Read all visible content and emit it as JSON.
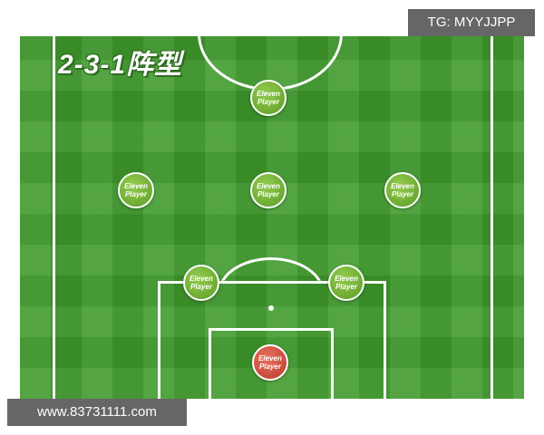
{
  "watermark_top": "TG: MYYJJPP",
  "watermark_bottom": "www.83731111.com",
  "formation": "2-3-1阵型",
  "players": {
    "forward": "Eleven\nPlayer",
    "mid_left": "Eleven\nPlayer",
    "mid_center": "Eleven\nPlayer",
    "mid_right": "Eleven\nPlayer",
    "def_left": "Eleven\nPlayer",
    "def_right": "Eleven\nPlayer",
    "goalkeeper": "Eleven\nPlayer"
  },
  "colors": {
    "pitch": "#3f9a2c",
    "field_player": "#7ab83a",
    "goalkeeper": "#cc4b3a",
    "badge": "#666666"
  }
}
